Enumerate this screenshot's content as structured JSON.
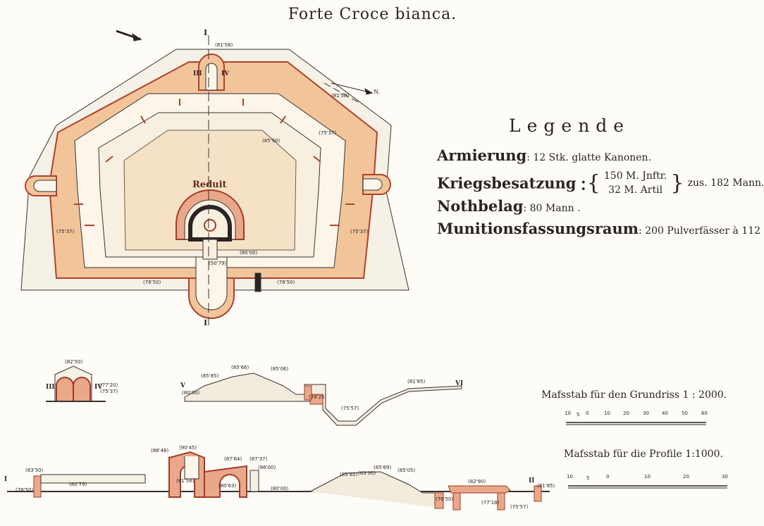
{
  "title": "Forte Croce bianca.",
  "plan": {
    "reduit_label": "Reduit",
    "section_marks": [
      "I",
      "I",
      "II",
      "III",
      "IV",
      "V",
      "VI"
    ],
    "elevations": [
      "(81'58)",
      "(81'58)",
      "(75'37)",
      "(75'37)",
      "(75'37)",
      "(85'90)",
      "(80'00)",
      "(78'50)",
      "(78'50)",
      "(50'79)"
    ]
  },
  "legend": {
    "heading": "Legende",
    "armierung_key": "Armierung",
    "armierung_val": ": 12 Stk. glatte Kanonen.",
    "kriegs_key": "Kriegsbesatzung",
    "kriegs_line1": "150 M. Jnftr.",
    "kriegs_line2": "32 M. Artil",
    "kriegs_total": "zus. 182 Mann.",
    "noth_key": "Nothbelag",
    "noth_val": ": 80 Mann .",
    "muni_key": "Munitionsfassungsraum",
    "muni_val": ": 200 Pulverfässer à 112"
  },
  "scales": {
    "grundriss_label": "Mafsstab für den Grundriss 1 : 2000.",
    "grundriss_ticks": [
      "10",
      "5",
      "0",
      "10",
      "20",
      "30",
      "40",
      "50",
      "60"
    ],
    "profile_label": "Mafsstab für die Profile 1:1000.",
    "profile_ticks": [
      "10",
      "5",
      "0",
      "10",
      "20",
      "30"
    ]
  },
  "profiles": {
    "marks": [
      "III",
      "IV",
      "V",
      "VI",
      "I",
      "II"
    ],
    "elevations": [
      "(82'50)",
      "(77'20)",
      "(75'37)",
      "(85'85)",
      "(85'66)",
      "(85'06)",
      "(80'00)",
      "(78'25)",
      "(75'57)",
      "(81'85)",
      "(83'50)",
      "(78'50)",
      "(80'79)",
      "(86'48)",
      "(90'45)",
      "(81'58)",
      "(87'64)",
      "(87'37)",
      "(86'00)",
      "(80'63)",
      "(80'00)",
      "(83'85)",
      "(83'30)",
      "(85'69)",
      "(85'05)",
      "(82'90)",
      "(76'50)",
      "(77'18)",
      "(75'57)",
      "(81'85)"
    ]
  },
  "north_label": "N."
}
